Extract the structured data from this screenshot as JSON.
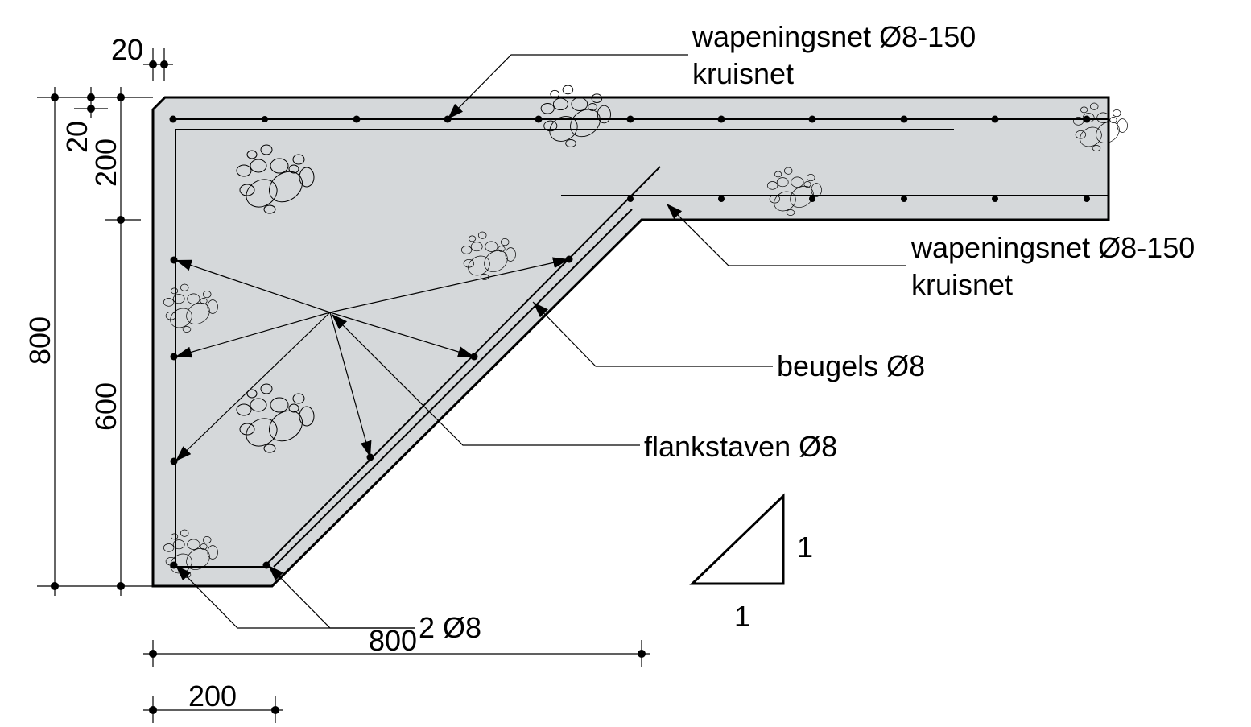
{
  "labels": {
    "top_mesh": {
      "line1": "wapeningsnet Ø8-150",
      "line2": "kruisnet"
    },
    "bottom_mesh": {
      "line1": "wapeningsnet Ø8-150",
      "line2": "kruisnet"
    },
    "stirrups": "beugels Ø8",
    "side_bars": "flankstaven Ø8",
    "corner_bars": "2 Ø8"
  },
  "dimensions": {
    "top_cover": "20",
    "left_cover": "20",
    "slab_thickness": "200",
    "total_height": "800",
    "lower_height": "600",
    "total_width": "800",
    "wall_width": "200"
  },
  "slope": {
    "rise": "1",
    "run": "1"
  },
  "colors": {
    "concrete": "#d5d8da",
    "line": "#000000"
  }
}
